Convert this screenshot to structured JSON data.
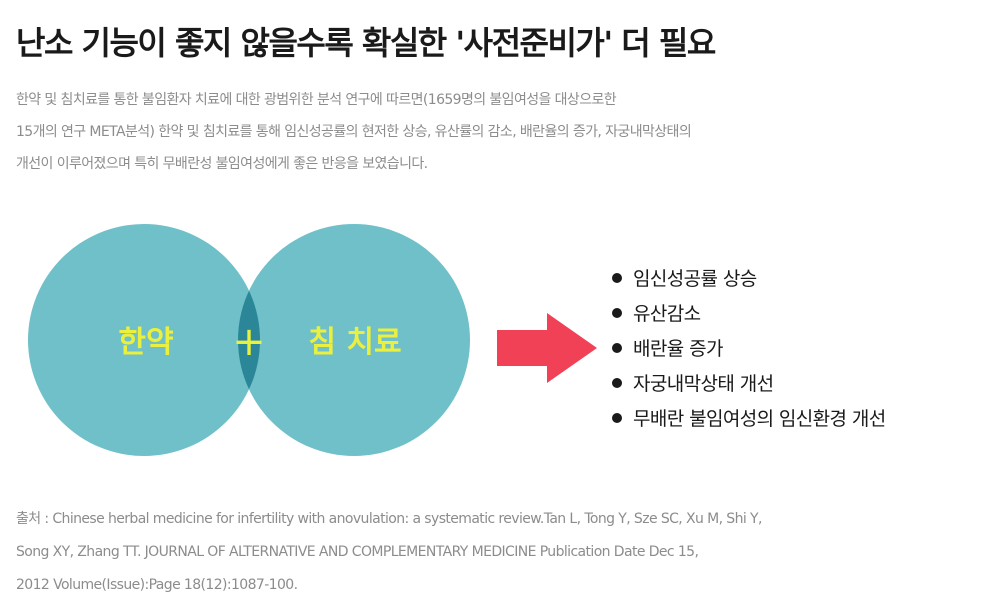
{
  "title": "난소 기능이 좋지 않을수록 확실한 '사전준비가' 더 필요",
  "description": [
    "한약 및 침치료를 통한 불임환자 치료에 대한 광범위한 분석 연구에 따르면(1659명의 불임여성을 대상으로한",
    "15개의 연구 META분석) 한약 및 침치료를 통해 임신성공률의 현저한 상승, 유산률의 감소, 배란율의 증가, 자궁내막상태의",
    "개선이 이루어졌으며 특히 무배란성 불임여성에게 좋은 반응을 보였습니다."
  ],
  "diagram": {
    "left_label": "한약",
    "plus": "+",
    "right_label": "침 치료",
    "colors": {
      "circle": "#6fc0c9",
      "overlap": "#2b8797",
      "label": "#eaf03d",
      "arrow": "#f04156"
    }
  },
  "results": [
    "임신성공률 상승",
    "유산감소",
    "배란율 증가",
    "자궁내막상태 개선",
    "무배란 불임여성의 임신환경 개선"
  ],
  "source": [
    "출처 : Chinese herbal medicine for infertility with anovulation: a systematic review.Tan L, Tong Y, Sze SC, Xu M, Shi Y,",
    "Song XY, Zhang TT. JOURNAL OF ALTERNATIVE AND COMPLEMENTARY MEDICINE Publication Date Dec 15,",
    "2012 Volume(Issue):Page 18(12):1087-100."
  ]
}
